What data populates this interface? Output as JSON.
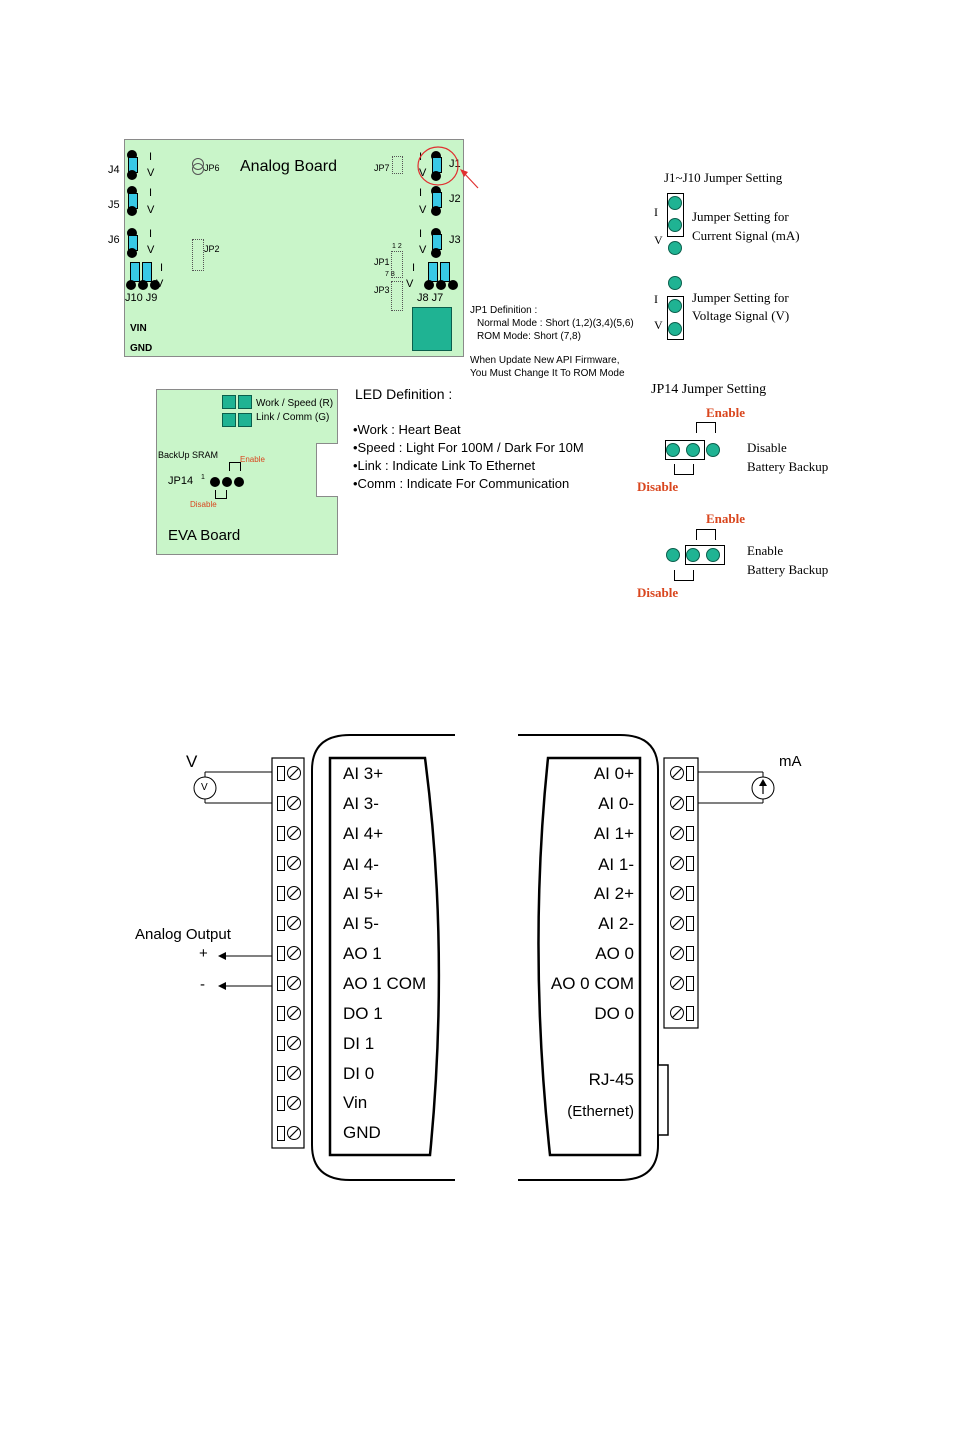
{
  "analog_board": {
    "title": "Analog Board",
    "jumpers_left": [
      "J4",
      "J5",
      "J6"
    ],
    "jumpers_right": [
      "J1",
      "J2",
      "J3"
    ],
    "bottom_left": "J10 J9",
    "bottom_right": "J8 J7",
    "iv_i": "I",
    "iv_v": "V",
    "jp6": "JP6",
    "jp7": "JP7",
    "jp2": "JP2",
    "jp1": "JP1",
    "jp3": "JP3",
    "jp1_pins_top": "1 2",
    "jp1_pins_mid": "7 8",
    "vin": "VIN",
    "gnd": "GND"
  },
  "jp1_definition": {
    "title": "JP1 Definition :",
    "normal": "Normal Mode   : Short (1,2)(3,4)(5,6)",
    "rom": "ROM Mode: Short (7,8)",
    "note1": "When Update New API Firmware,",
    "note2": "You Must Change It To ROM Mode"
  },
  "j1_j10": {
    "title": "J1~J10 Jumper Setting",
    "current_label1": "Jumper Setting for",
    "current_label2": "Current Signal (mA)",
    "voltage_label1": "Jumper Setting for",
    "voltage_label2": "Voltage Signal (V)",
    "i": "I",
    "v": "V"
  },
  "eva_board": {
    "title": "EVA Board",
    "led_row1": "Work / Speed  (R)",
    "led_row2": "Link   / Comm (G)",
    "backup": "BackUp SRAM",
    "jp14": "JP14",
    "pin1": "1",
    "enable": "Enable",
    "disable": "Disable"
  },
  "led_definition": {
    "title": "LED Definition :",
    "items": [
      "•Work   : Heart Beat",
      "•Speed    : Light For 100M / Dark For 10M",
      "•Link       : Indicate Link To Ethernet",
      "•Comm    : Indicate For Communication"
    ]
  },
  "jp14_setting": {
    "title": "JP14 Jumper Setting",
    "enable": "Enable",
    "disable": "Disable",
    "case1_a": "Disable",
    "case1_b": "Battery Backup",
    "case2_a": "Enable",
    "case2_b": "Battery Backup"
  },
  "wiring": {
    "left_terminals": [
      "AI 3+",
      "AI 3-",
      "AI 4+",
      "AI 4-",
      "AI 5+",
      "AI 5-",
      "AO 1",
      "AO 1 COM",
      "DO 1",
      "DI 1",
      "DI 0",
      "Vin",
      "GND"
    ],
    "right_terminals": [
      "AI 0+",
      "AI 0-",
      "AI 1+",
      "AI 1-",
      "AI 2+",
      "AI 2-",
      "AO 0",
      "AO 0 COM",
      "DO 0"
    ],
    "rj45": "RJ-45",
    "ethernet": "(Ethernet)",
    "v_label": "V",
    "v_meter": "V",
    "ma_label": "mA",
    "analog_output": "Analog  Output",
    "plus": "+",
    "minus": "-"
  }
}
